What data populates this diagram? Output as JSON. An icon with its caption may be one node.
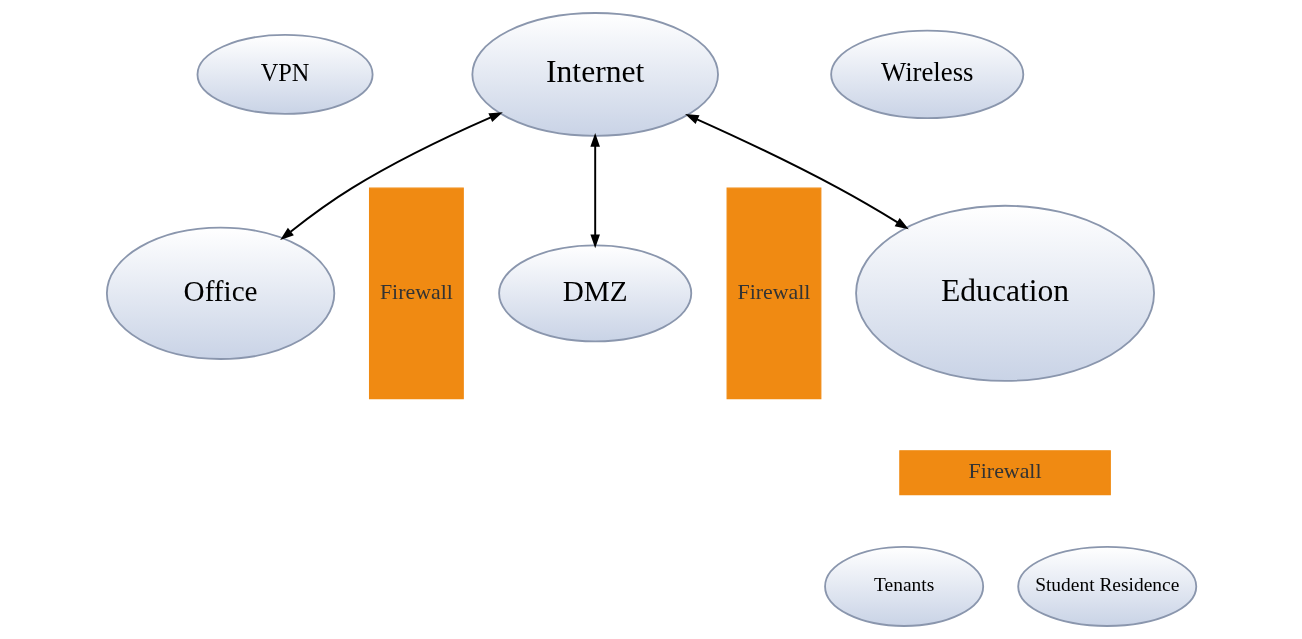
{
  "diagram": {
    "nodes": [
      {
        "text": [
          "Internet"
        ]
      },
      {
        "text": [
          "Wireless"
        ]
      },
      {
        "text": [
          "VPN"
        ]
      },
      {
        "text": [
          "Office"
        ]
      },
      {
        "text": [
          "Firewall"
        ]
      },
      {
        "text": [
          "DMZ"
        ]
      },
      {
        "text": [
          "Firewall"
        ]
      },
      {
        "text": [
          "Education"
        ]
      },
      {
        "text": [
          "Firewall"
        ]
      },
      {
        "text": [
          "Tenants"
        ]
      },
      {
        "text": [
          "Student Residence"
        ]
      }
    ],
    "edges": [
      {
        "from": 0,
        "to": 3,
        "arrow": "both"
      },
      {
        "from": 0,
        "to": 5,
        "arrow": "both"
      },
      {
        "from": 0,
        "to": 7,
        "arrow": "both"
      }
    ]
  }
}
